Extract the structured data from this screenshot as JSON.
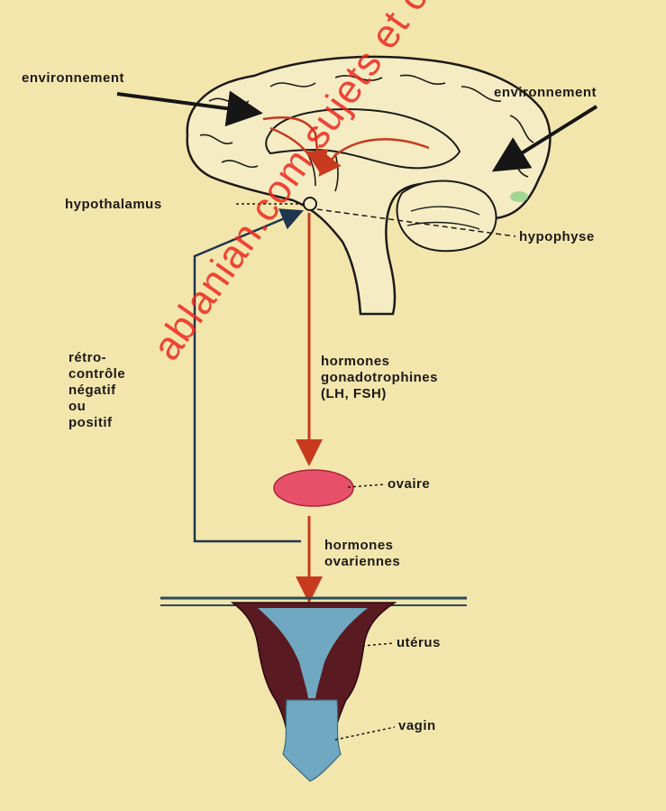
{
  "labels": {
    "environment_left": "environnement",
    "environment_right": "environnement",
    "hypothalamus": "hypothalamus",
    "hypophyse": "hypophyse",
    "retro_line1": "rétro-",
    "retro_line2": "contrôle",
    "retro_line3": "négatif",
    "retro_line4": "ou",
    "retro_line5": "positif",
    "gonado_line1": "hormones",
    "gonado_line2": "gonadotrophines",
    "gonado_line3": "(LH, FSH)",
    "ovaire": "ovaire",
    "ovarian_line1": "hormones",
    "ovarian_line2": "ovariennes",
    "uterus": "utérus",
    "vagin": "vagin"
  },
  "watermark": "ablanian.com sujets et cours",
  "colors": {
    "background": "#f3e6ad",
    "arrow_red": "#c83a1e",
    "feedback_blue": "#1f3550",
    "ovary_pink": "#e8506a",
    "uterus_brown": "#5a1a22",
    "vagina_blue": "#6fa8c0"
  }
}
